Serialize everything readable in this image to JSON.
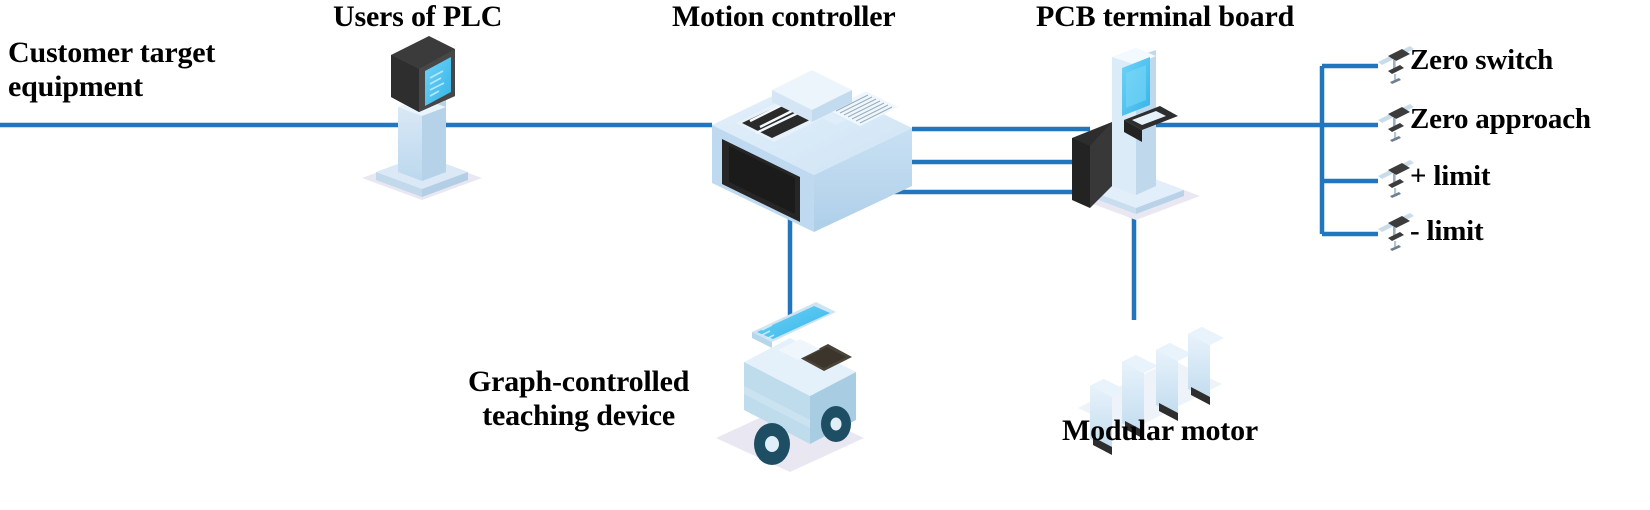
{
  "diagram": {
    "title": "Customer target equipment system architecture",
    "background_color": "#ffffff",
    "line_color": "#2176bd",
    "device_body_color": "#cfe3f2",
    "device_screen_color": "#4cc3f0",
    "device_dark_color": "#333333",
    "shadow_color": "#e8e6f0"
  },
  "labels": {
    "customer_target_equipment": "Customer target\nequipment",
    "users_of_plc": "Users of PLC",
    "motion_controller": "Motion controller",
    "pcb_terminal_board": "PCB terminal board",
    "graph_controlled_teaching_device": "Graph-controlled\nteaching device",
    "modular_motor": "Modular motor"
  },
  "sensors": [
    {
      "id": "zero-switch",
      "label": "Zero switch"
    },
    {
      "id": "zero-approach",
      "label": "Zero approach"
    },
    {
      "id": "plus-limit",
      "label": "+ limit"
    },
    {
      "id": "minus-limit",
      "label": "- limit"
    }
  ],
  "nodes": [
    {
      "id": "users-of-plc",
      "label": "Users of PLC",
      "icon": "kiosk-terminal-icon"
    },
    {
      "id": "motion-controller",
      "label": "Motion controller",
      "icon": "controller-box-icon"
    },
    {
      "id": "pcb-terminal-board",
      "label": "PCB terminal board",
      "icon": "terminal-kiosk-icon"
    },
    {
      "id": "teaching-device",
      "label": "Graph-controlled teaching device",
      "icon": "mobile-teach-pendant-icon"
    },
    {
      "id": "modular-motor",
      "label": "Modular motor",
      "icon": "motor-modules-icon"
    }
  ],
  "connections": [
    {
      "from": "customer-target-equipment",
      "to": "users-of-plc",
      "style": "horizontal-bus"
    },
    {
      "from": "users-of-plc",
      "to": "motion-controller",
      "style": "horizontal-bus"
    },
    {
      "from": "motion-controller",
      "to": "pcb-terminal-board",
      "style": "triple-horizontal"
    },
    {
      "from": "motion-controller",
      "to": "teaching-device",
      "style": "vertical-drop"
    },
    {
      "from": "pcb-terminal-board",
      "to": "modular-motor",
      "style": "vertical-drop"
    },
    {
      "from": "pcb-terminal-board",
      "to": "sensor-bracket",
      "style": "bracket-fanout"
    }
  ]
}
